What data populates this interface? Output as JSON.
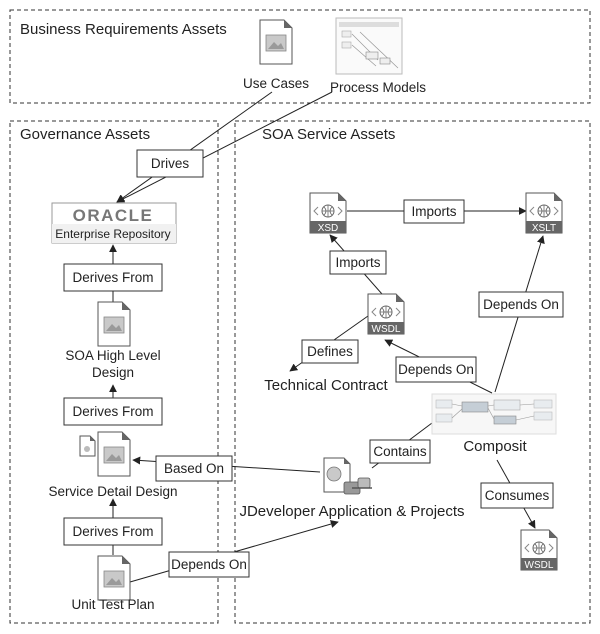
{
  "sections": {
    "business": "Business Requirements Assets",
    "governance": "Governance Assets",
    "soa": "SOA Service Assets"
  },
  "nodes": {
    "use_cases": "Use Cases",
    "process_models": "Process Models",
    "oracle_logo": "ORACLE",
    "oer": "Enterprise Repository",
    "soa_design_1": "SOA High Level",
    "soa_design_2": "Design",
    "service_detail": "Service Detail Design",
    "unit_test": "Unit Test Plan",
    "xsd": "XSD",
    "xslt": "XSLT",
    "wsdl_top": "WSDL",
    "technical_contract": "Technical Contract",
    "composit": "Composit",
    "jdev": "JDeveloper Application & Projects",
    "wsdl_bottom": "WSDL"
  },
  "edges": {
    "drives": "Drives",
    "derives_1": "Derives From",
    "derives_2": "Derives From",
    "derives_3": "Derives From",
    "based_on": "Based On",
    "depends_on_unit": "Depends On",
    "imports_h": "Imports",
    "imports_v": "Imports",
    "defines": "Defines",
    "depends_on_mid": "Depends On",
    "depends_on_right": "Depends On",
    "contains": "Contains",
    "consumes": "Consumes"
  }
}
